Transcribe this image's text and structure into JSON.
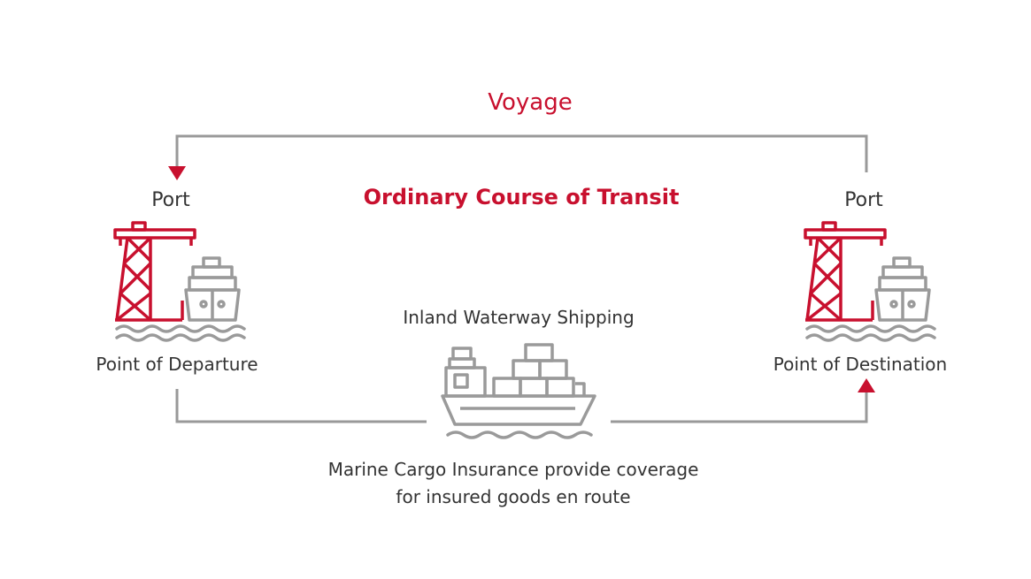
{
  "diagram": {
    "title": "Voyage",
    "subtitle": "Ordinary Course of Transit",
    "left_port": {
      "label": "Port",
      "point": "Point of Departure"
    },
    "right_port": {
      "label": "Port",
      "point": "Point of Destination"
    },
    "middle": {
      "label": "Inland Waterway Shipping",
      "note_line1": "Marine Cargo Insurance provide coverage",
      "note_line2": "for insured goods en route"
    },
    "colors": {
      "accent": "#c8102e",
      "line": "#999999",
      "icon_gray": "#9a9a9a",
      "text": "#333333"
    },
    "icons": [
      "port-crane-icon",
      "port-ship-icon",
      "waves-icon",
      "cargo-ship-icon"
    ]
  }
}
